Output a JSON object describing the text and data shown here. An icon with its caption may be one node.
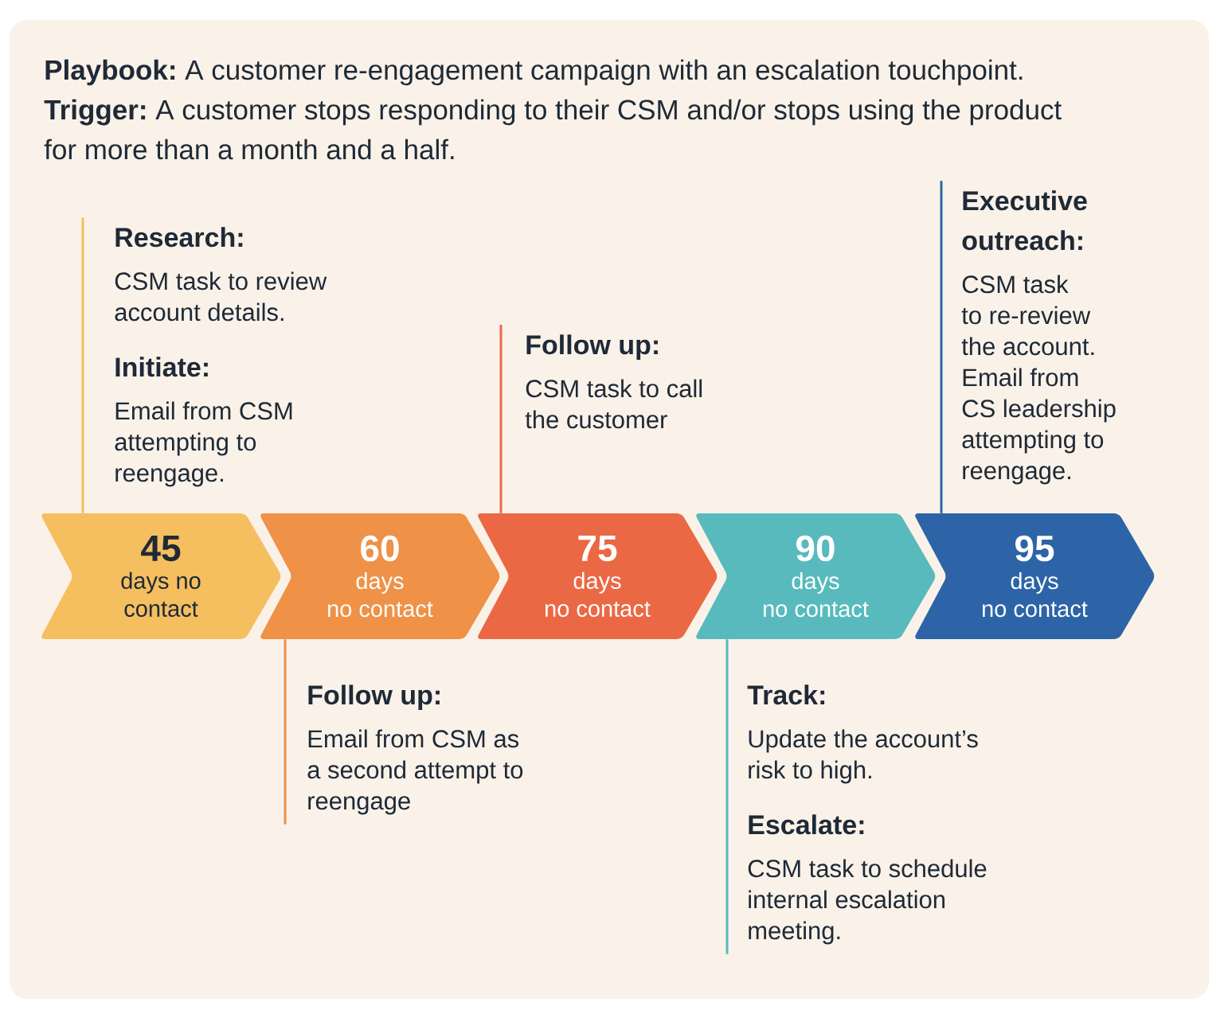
{
  "diagram": {
    "nodes": [
      {
        "text": [
          "45",
          "days no contact"
        ]
      },
      {
        "text": [
          "60",
          "days no contact"
        ]
      },
      {
        "text": [
          "75",
          "days no contact"
        ]
      },
      {
        "text": [
          "90",
          "days no contact"
        ]
      },
      {
        "text": [
          "95",
          "days no contact"
        ]
      },
      {
        "text": [
          "Research:",
          "CSM task to review account details.",
          "Initiate:",
          "Email from CSM attempting to reengage."
        ]
      },
      {
        "text": [
          "Follow up:",
          "Email from CSM as a second attempt to reengage"
        ]
      },
      {
        "text": [
          "Follow up:",
          "CSM task to call the customer"
        ]
      },
      {
        "text": [
          "Track:",
          "Update the account’s risk to high.",
          "Escalate:",
          "CSM task to schedule internal escalation meeting."
        ]
      },
      {
        "text": [
          "Executive outreach:",
          "CSM task to re-review the account. Email from CS leadership attempting to reengage."
        ]
      }
    ],
    "edges": [
      {
        "from": 5,
        "to": 0,
        "arrow": "none",
        "color": "#f4bd5e"
      },
      {
        "from": 6,
        "to": 1,
        "arrow": "none",
        "color": "#ef9047"
      },
      {
        "from": 7,
        "to": 2,
        "arrow": "none",
        "color": "#ea6a45"
      },
      {
        "from": 8,
        "to": 3,
        "arrow": "none",
        "color": "#5ab9bd"
      },
      {
        "from": 9,
        "to": 4,
        "arrow": "none",
        "color": "#2c65a6"
      }
    ],
    "labels": [
      "**Playbook:** A customer re-engagement campaign with an escalation touchpoint.",
      "**Trigger:** A customer stops responding to their CSM and/or stops using the product for more than a month and a half."
    ]
  }
}
